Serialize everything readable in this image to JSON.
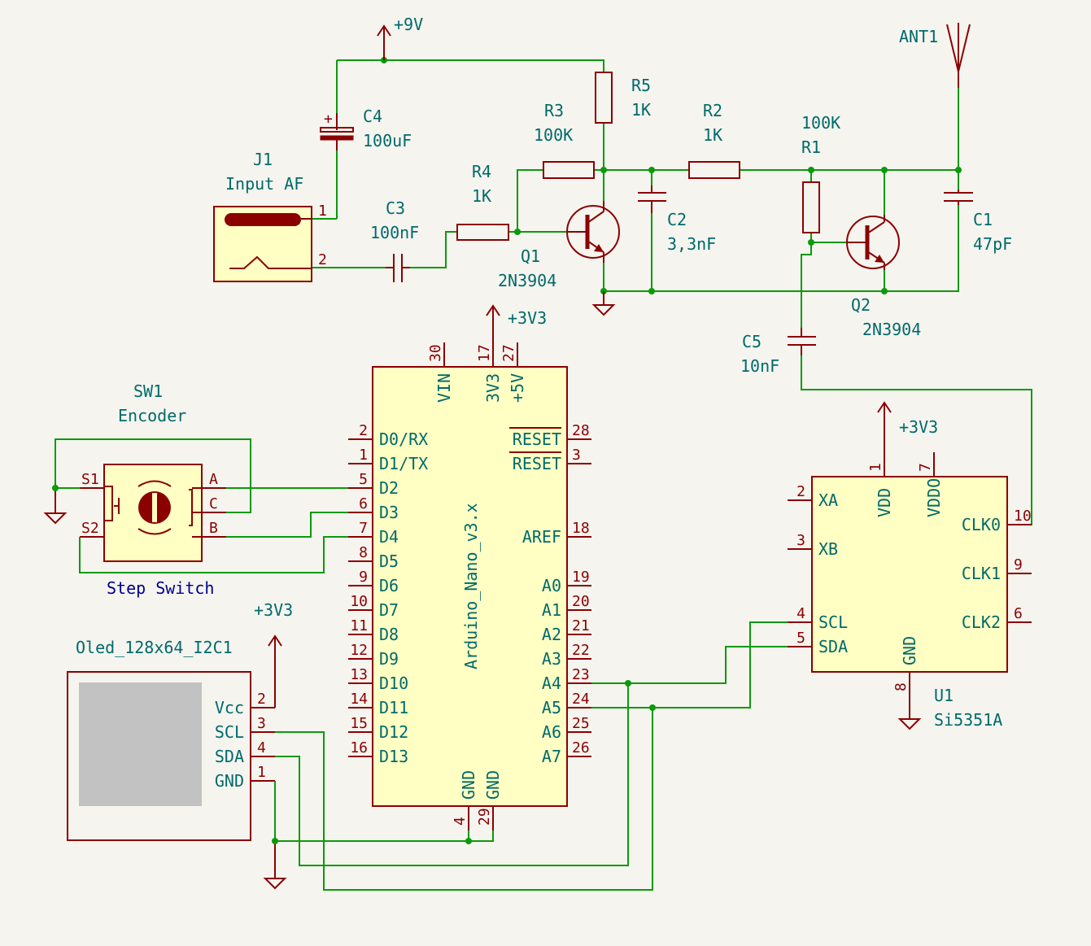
{
  "power": {
    "v9": "+9V",
    "v3a": "+3V3",
    "v3b": "+3V3",
    "v3c": "+3V3"
  },
  "components": {
    "c4": {
      "ref": "C4",
      "val": "100uF"
    },
    "j1": {
      "ref": "J1",
      "val": "Input AF",
      "pin1": "1",
      "pin2": "2"
    },
    "c3": {
      "ref": "C3",
      "val": "100nF"
    },
    "r4": {
      "ref": "R4",
      "val": "1K"
    },
    "r3": {
      "ref": "R3",
      "val": "100K"
    },
    "r5": {
      "ref": "R5",
      "val": "1K"
    },
    "r2": {
      "ref": "R2",
      "val": "1K"
    },
    "r1": {
      "ref": "R1",
      "val": "100K"
    },
    "q1": {
      "ref": "Q1",
      "val": "2N3904"
    },
    "q2": {
      "ref": "Q2",
      "val": "2N3904"
    },
    "c2": {
      "ref": "C2",
      "val": "3,3nF"
    },
    "c1": {
      "ref": "C1",
      "val": "47pF"
    },
    "c5": {
      "ref": "C5",
      "val": "10nF"
    },
    "ant1": {
      "ref": "ANT1"
    },
    "sw1": {
      "ref": "SW1",
      "val": "Encoder",
      "note": "Step Switch",
      "s1": "S1",
      "s2": "S2",
      "a": "A",
      "c": "C",
      "b": "B"
    },
    "oled": {
      "ref": "Oled_128x64_I2C1"
    },
    "u1": {
      "ref": "U1",
      "val": "Si5351A"
    }
  },
  "arduino": {
    "name": "Arduino_Nano_v3.x",
    "top_pins": [
      {
        "num": "30",
        "name": "VIN"
      },
      {
        "num": "17",
        "name": "3V3"
      },
      {
        "num": "27",
        "name": "+5V"
      }
    ],
    "left_pins": [
      {
        "num": "2",
        "name": "D0/RX"
      },
      {
        "num": "1",
        "name": "D1/TX"
      },
      {
        "num": "5",
        "name": "D2"
      },
      {
        "num": "6",
        "name": "D3"
      },
      {
        "num": "7",
        "name": "D4"
      },
      {
        "num": "8",
        "name": "D5"
      },
      {
        "num": "9",
        "name": "D6"
      },
      {
        "num": "10",
        "name": "D7"
      },
      {
        "num": "11",
        "name": "D8"
      },
      {
        "num": "12",
        "name": "D9"
      },
      {
        "num": "13",
        "name": "D10"
      },
      {
        "num": "14",
        "name": "D11"
      },
      {
        "num": "15",
        "name": "D12"
      },
      {
        "num": "16",
        "name": "D13"
      }
    ],
    "right_pins": [
      {
        "num": "28",
        "name": "RESET"
      },
      {
        "num": "3",
        "name": "RESET"
      },
      {
        "num": "18",
        "name": "AREF"
      },
      {
        "num": "19",
        "name": "A0"
      },
      {
        "num": "20",
        "name": "A1"
      },
      {
        "num": "21",
        "name": "A2"
      },
      {
        "num": "22",
        "name": "A3"
      },
      {
        "num": "23",
        "name": "A4"
      },
      {
        "num": "24",
        "name": "A5"
      },
      {
        "num": "25",
        "name": "A6"
      },
      {
        "num": "26",
        "name": "A7"
      }
    ],
    "bottom_pins": [
      {
        "num": "4",
        "name": "GND"
      },
      {
        "num": "29",
        "name": "GND"
      }
    ]
  },
  "oled_pins": [
    {
      "num": "2",
      "name": "Vcc"
    },
    {
      "num": "3",
      "name": "SCL"
    },
    {
      "num": "4",
      "name": "SDA"
    },
    {
      "num": "1",
      "name": "GND"
    }
  ],
  "si5351": {
    "left_pins": [
      {
        "num": "2",
        "name": "XA"
      },
      {
        "num": "3",
        "name": "XB"
      },
      {
        "num": "4",
        "name": "SCL"
      },
      {
        "num": "5",
        "name": "SDA"
      }
    ],
    "top_pins": [
      {
        "num": "1",
        "name": "VDD"
      },
      {
        "num": "7",
        "name": "VDDO"
      }
    ],
    "right_pins": [
      {
        "num": "10",
        "name": "CLK0"
      },
      {
        "num": "9",
        "name": "CLK1"
      },
      {
        "num": "6",
        "name": "CLK2"
      }
    ],
    "bottom_pins": [
      {
        "num": "8",
        "name": "GND"
      }
    ]
  }
}
